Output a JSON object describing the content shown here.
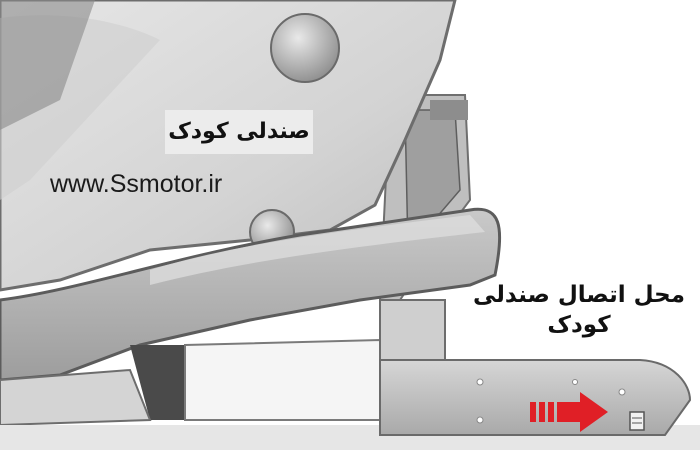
{
  "labels": {
    "child_seat": "صندلی کودک",
    "anchor_location_line1": "محل اتصال صندلی",
    "anchor_location_line2": "کودک"
  },
  "watermark": "www.Ssmotor.ir",
  "colors": {
    "seat_shell": "#d8d8d8",
    "seat_shadow": "#8f8f8f",
    "bracket_metal": "#bdbdbd",
    "arrow": "#e01f26",
    "background": "#ffffff"
  },
  "icons": [
    "red-arrow-icon"
  ]
}
